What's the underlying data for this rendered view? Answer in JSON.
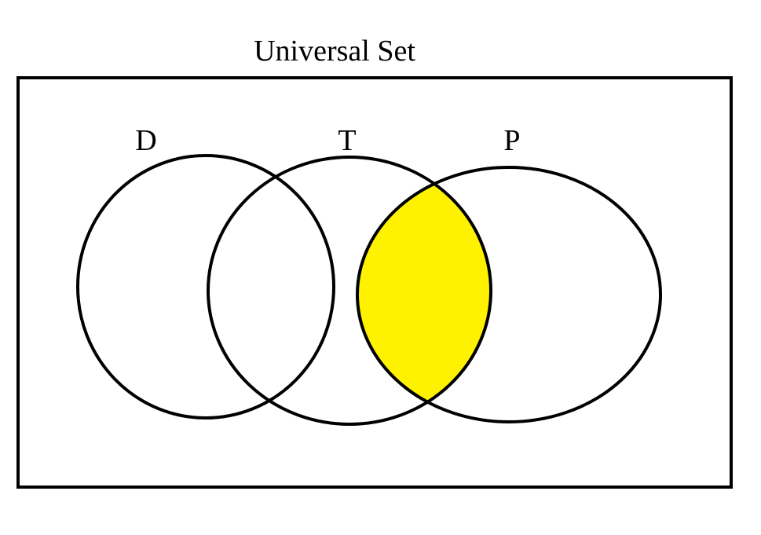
{
  "diagram": {
    "universe_label": "Universal Set",
    "sets": [
      {
        "id": "D",
        "label": "D"
      },
      {
        "id": "T",
        "label": "T"
      },
      {
        "id": "P",
        "label": "P"
      }
    ],
    "shaded_region": [
      "T",
      "P"
    ],
    "colors": {
      "stroke": "#000000",
      "shade": "#fff200",
      "background": "#ffffff"
    }
  }
}
